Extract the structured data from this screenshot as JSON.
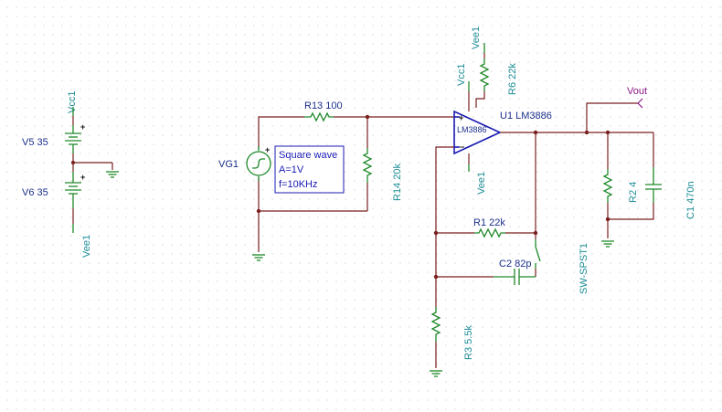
{
  "labels": {
    "vcc_left": "Vcc1",
    "v5": "V5 35",
    "v6": "V6 35",
    "vee_left": "Vee1",
    "vg1": "VG1",
    "r13": "R13 100",
    "r14": "R14 20k",
    "note_line1": "Square wave",
    "note_line2": "A=1V",
    "note_line3": "f=10KHz",
    "vee_top": "Vee1",
    "r6": "R6 22k",
    "vcc_opamp": "Vcc1",
    "u1": "U1 LM3886",
    "opamp_body": "LM3886",
    "vee_opamp": "Vee1",
    "r1": "R1 22k",
    "c2": "C2 82p",
    "sw": "SW-SPST1",
    "r3": "R3 5.5k",
    "vout": "Vout",
    "r2": "R2 4",
    "c1": "C1 470n"
  },
  "colors": {
    "wire": "#7a1f1f",
    "component": "#1f8a2a",
    "label": "#1b8c96",
    "opamp": "#1a1ab3",
    "vout": "#8a1a8a"
  }
}
